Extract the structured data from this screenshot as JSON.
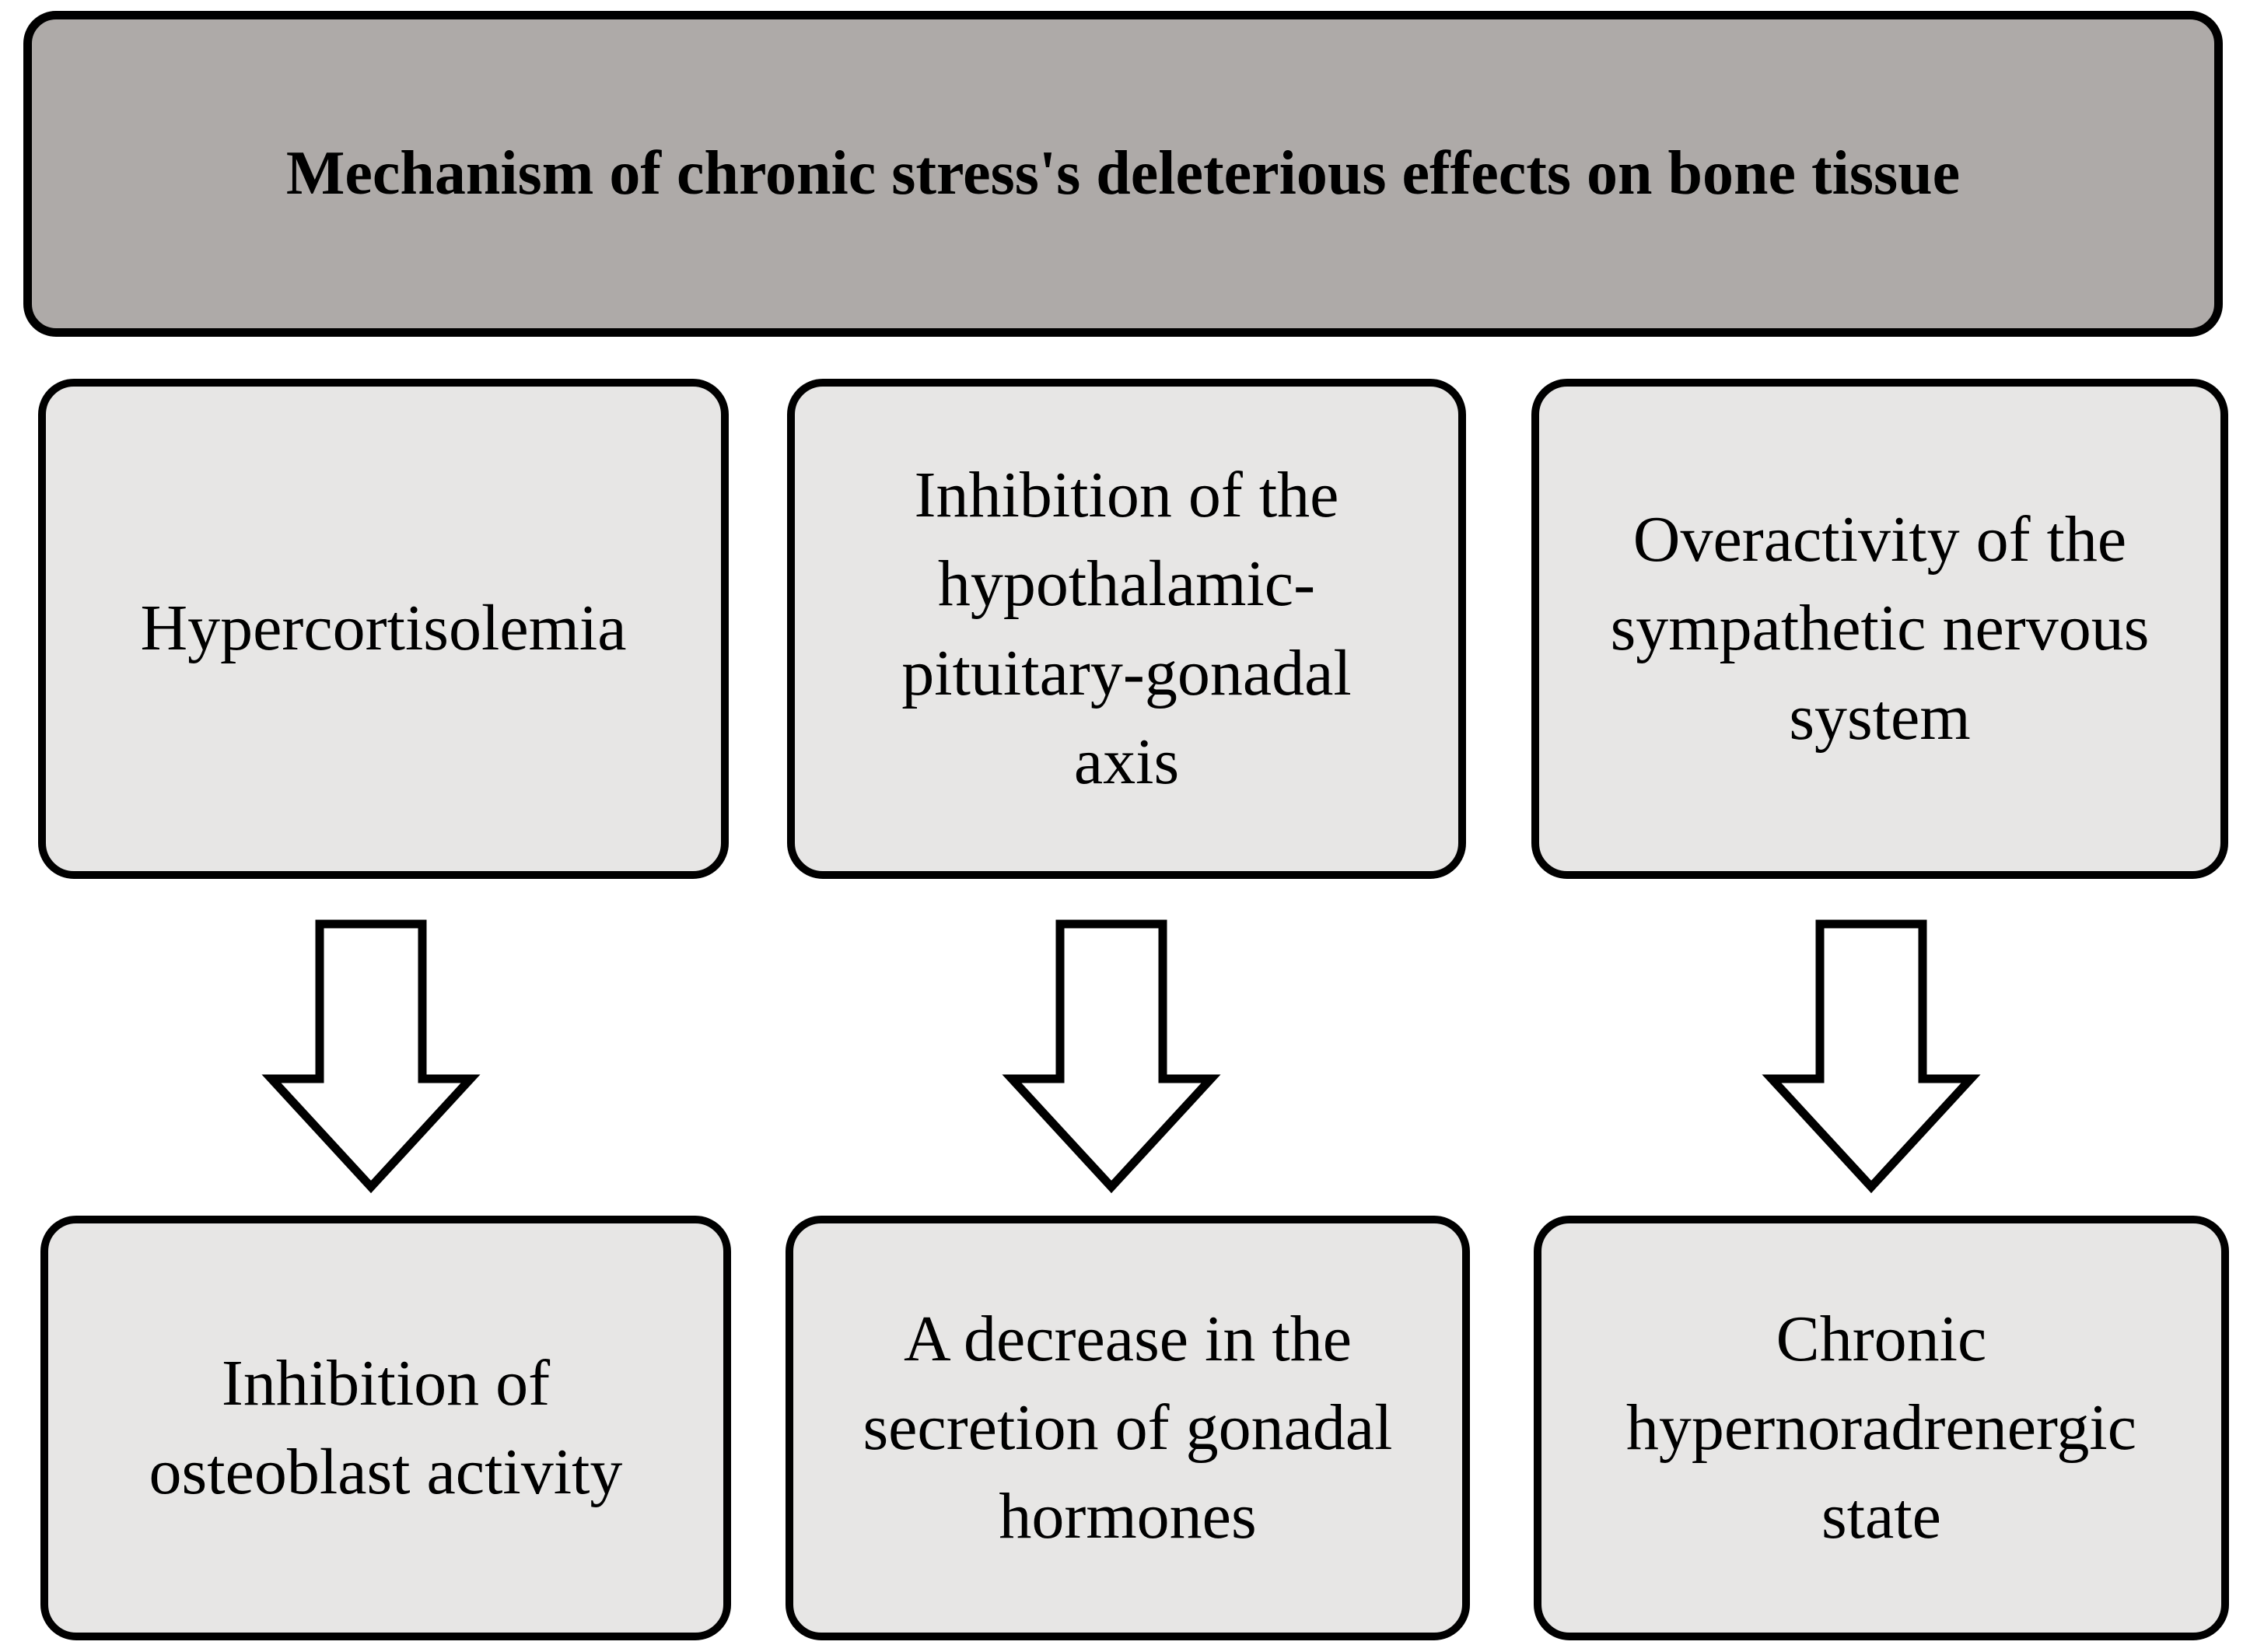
{
  "figure": {
    "title": "Mechanism of chronic stress's deleterious effects on bone tissue"
  },
  "columns": [
    {
      "cause": "Hypercortisolemia",
      "effect": "Inhibition of\nosteoblast activity"
    },
    {
      "cause": "Inhibition of the\nhypothalamic-\npituitary-gonadal\naxis",
      "effect": "A decrease in the\nsecretion of gonadal\nhormones"
    },
    {
      "cause": "Overactivity of the\nsympathetic nervous\nsystem",
      "effect": "Chronic\nhypernoradrenergic\nstate"
    }
  ],
  "icons": {
    "arrow": "down-block-arrow"
  },
  "colors": {
    "header_fill": "#aeaaa8",
    "box_fill": "#e7e6e5",
    "border": "#000000",
    "background": "#ffffff",
    "text": "#000000"
  }
}
